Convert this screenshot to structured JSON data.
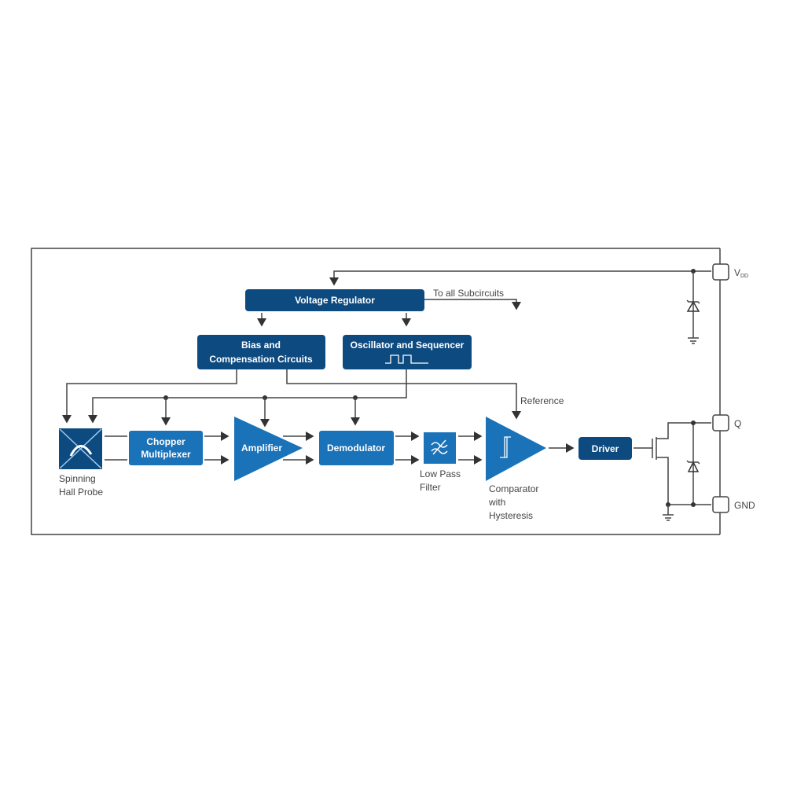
{
  "blocks": {
    "voltage_regulator": "Voltage Regulator",
    "bias_line1": "Bias and",
    "bias_line2": "Compensation Circuits",
    "oscillator": "Oscillator and Sequencer",
    "chopper_line1": "Chopper",
    "chopper_line2": "Multiplexer",
    "amplifier": "Amplifier",
    "demodulator": "Demodulator",
    "driver": "Driver"
  },
  "labels": {
    "to_all": "To all Subcircuits",
    "reference": "Reference",
    "hall_line1": "Spinning",
    "hall_line2": "Hall Probe",
    "lpf_line1": "Low Pass",
    "lpf_line2": "Filter",
    "comp_line1": "Comparator",
    "comp_line2": "with",
    "comp_line3": "Hysteresis"
  },
  "pins": {
    "vdd": "V",
    "vdd_sub": "DD",
    "q": "Q",
    "gnd": "GND"
  },
  "colors": {
    "dark_blue": "#0d4a80",
    "mid_blue": "#1a72b8"
  }
}
